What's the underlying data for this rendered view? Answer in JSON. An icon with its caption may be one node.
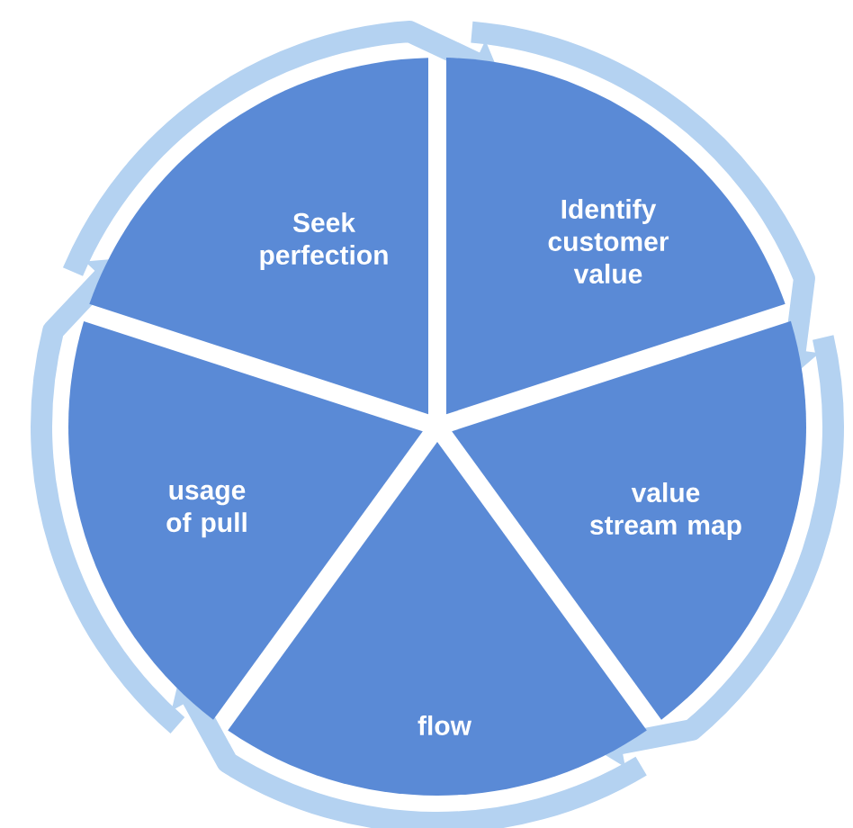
{
  "diagram": {
    "nodes": [
      {
        "text": [
          "Identify customer value"
        ]
      },
      {
        "text": [
          "value stream map"
        ]
      },
      {
        "text": [
          "flow"
        ]
      },
      {
        "text": [
          "usage of pull"
        ]
      },
      {
        "text": [
          "Seek perfection"
        ]
      }
    ],
    "edges": [
      {
        "from": 0,
        "to": 1,
        "arrow": "to"
      },
      {
        "from": 1,
        "to": 2,
        "arrow": "to"
      },
      {
        "from": 2,
        "to": 3,
        "arrow": "to"
      },
      {
        "from": 3,
        "to": 4,
        "arrow": "to"
      },
      {
        "from": 4,
        "to": 0,
        "arrow": "to"
      }
    ]
  }
}
